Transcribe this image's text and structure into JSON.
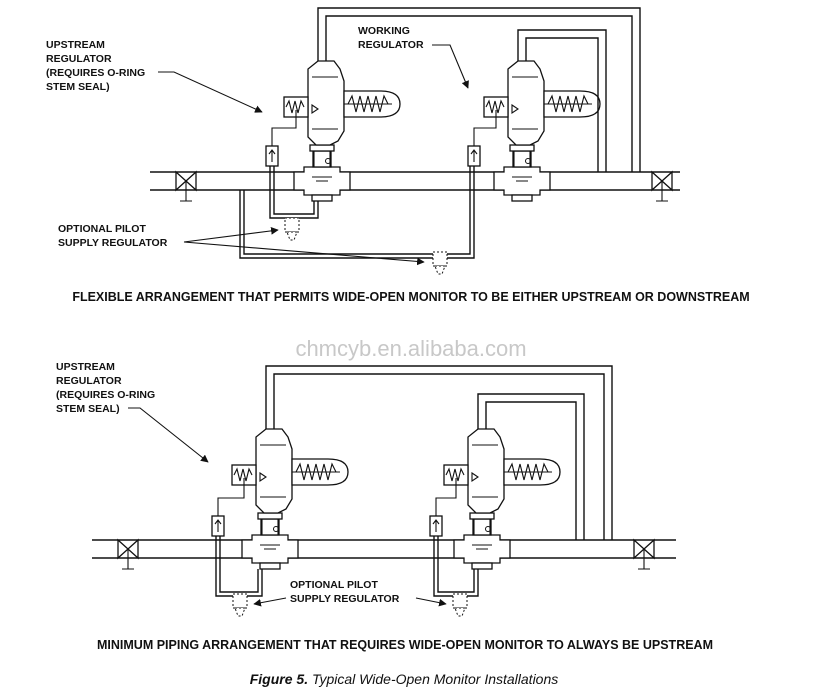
{
  "top": {
    "upstream_label": [
      "UPSTREAM",
      "REGULATOR",
      "(REQUIRES O-RING",
      "STEM SEAL)"
    ],
    "working_label": [
      "WORKING",
      "REGULATOR"
    ],
    "pilot_label": [
      "OPTIONAL PILOT",
      "SUPPLY REGULATOR"
    ],
    "caption": "FLEXIBLE ARRANGEMENT THAT PERMITS WIDE-OPEN MONITOR TO BE EITHER UPSTREAM OR DOWNSTREAM"
  },
  "bottom": {
    "upstream_label": [
      "UPSTREAM",
      "REGULATOR",
      "(REQUIRES O-RING",
      "STEM SEAL)"
    ],
    "pilot_label": [
      "OPTIONAL PILOT",
      "SUPPLY REGULATOR"
    ],
    "caption": "MINIMUM PIPING ARRANGEMENT THAT REQUIRES WIDE-OPEN MONITOR TO ALWAYS BE UPSTREAM"
  },
  "watermark": "chmcyb.en.alibaba.com",
  "figure": {
    "number": "Figure 5.",
    "title": "Typical Wide-Open Monitor Installations"
  }
}
